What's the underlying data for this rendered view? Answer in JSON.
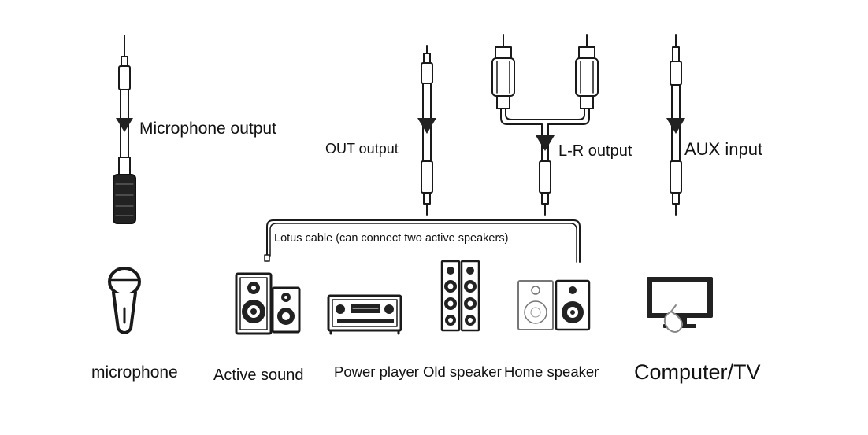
{
  "labels": {
    "microphone_output": "Microphone output",
    "out_output": "OUT output",
    "lr_output": "L-R output",
    "aux_input": "AUX input",
    "lotus_cable": "Lotus cable (can connect two active speakers)"
  },
  "devices": {
    "microphone": "microphone",
    "active_sound": "Active sound",
    "power_player": "Power player",
    "old_speaker": "Old speaker",
    "home_speaker": "Home speaker",
    "computer_tv": "Computer/TV"
  },
  "colors": {
    "line": "#1a1a1a",
    "fill_dark": "#222222",
    "fill_light": "#ffffff",
    "fill_mid": "#8a8a8a"
  }
}
